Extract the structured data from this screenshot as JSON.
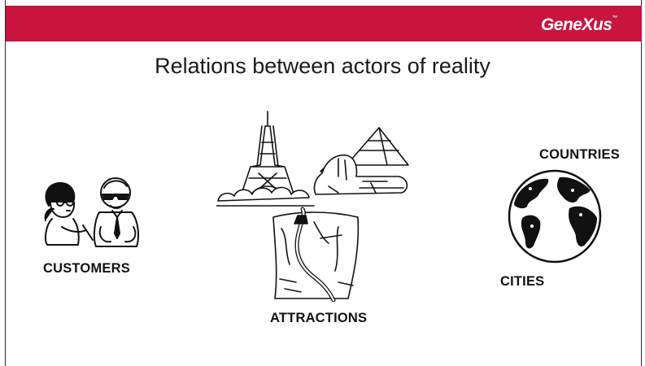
{
  "header": {
    "brand": "GeneXus",
    "brand_tm": "™",
    "color": "#c8143f"
  },
  "slide": {
    "title": "Relations between actors of reality"
  },
  "labels": {
    "customers": "CUSTOMERS",
    "attractions": "ATTRACTIONS",
    "countries": "COUNTRIES",
    "cities": "CITIES"
  },
  "illustrations": {
    "customers": "people-illustration",
    "attractions": "landmarks-illustration",
    "countries": "globe-illustration"
  }
}
